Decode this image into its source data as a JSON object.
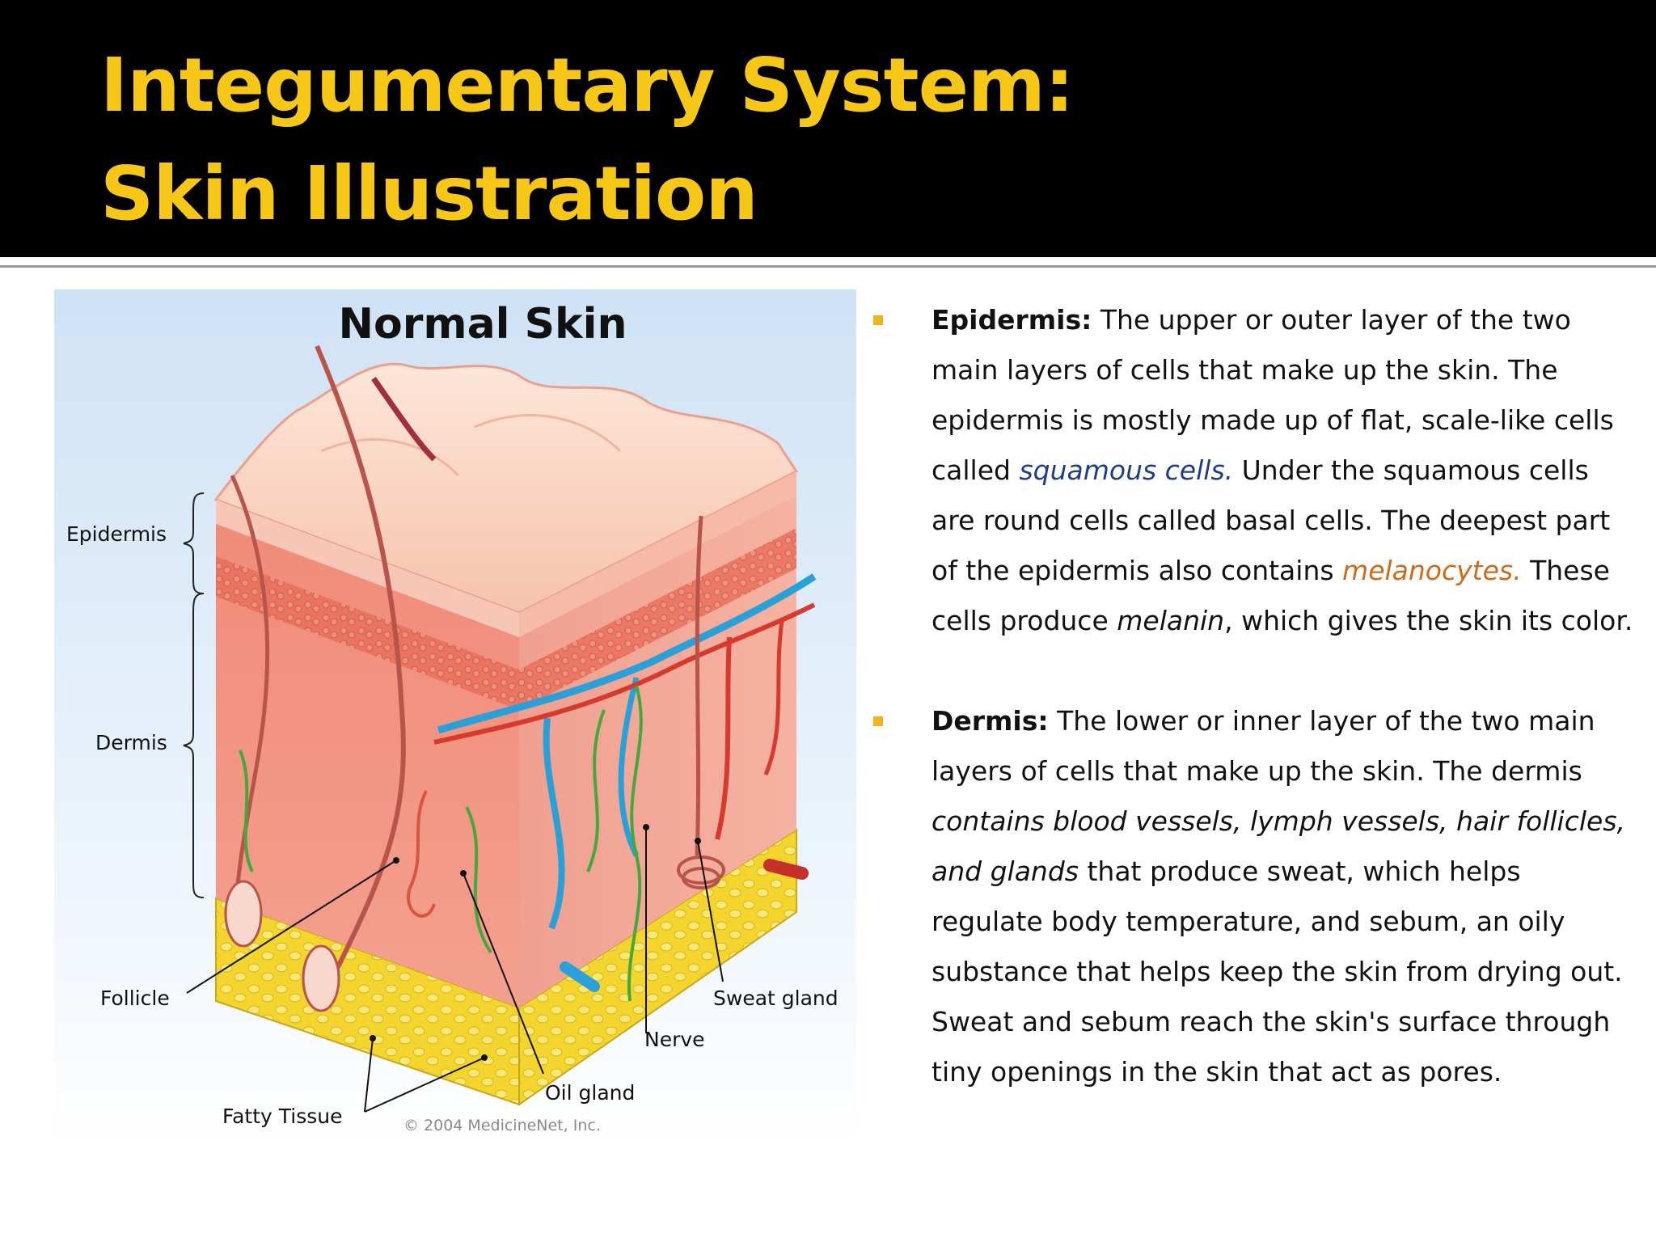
{
  "slide": {
    "title_line1": "Integumentary System:",
    "title_line2": "Skin Illustration"
  },
  "figure": {
    "title": "Normal Skin",
    "labels": {
      "epidermis": "Epidermis",
      "dermis": "Dermis",
      "follicle": "Follicle",
      "fatty_tissue": "Fatty Tissue",
      "oil_gland": "Oil gland",
      "nerve": "Nerve",
      "sweat_gland": "Sweat gland"
    },
    "copyright": "© 2004 MedicineNet, Inc."
  },
  "bullets": {
    "epidermis": {
      "term": "Epidermis:",
      "t1": " The upper or outer layer of the two main layers of cells that make up the skin.  The epidermis is mostly made up of flat, scale-like cells called ",
      "squamous": "squamous cells.",
      "t2": "  Under the squamous cells are round cells called basal cells.  The deepest part of the epidermis also contains ",
      "melanocytes": "melanocytes.",
      "t3": " These cells produce ",
      "melanin": "melanin",
      "t4": ", which gives the skin its color."
    },
    "dermis": {
      "term": "Dermis:",
      "t1": " The lower or inner layer of the two main layers of cells that make up the skin. The dermis ",
      "italic": "contains blood vessels, lymph vessels, hair follicles, and glands",
      "t2": " that produce sweat,  which helps regulate body temperature, and sebum, an oily substance that helps keep the skin from drying out.  Sweat and sebum reach the skin's surface through tiny openings in the skin that act as pores."
    }
  },
  "colors": {
    "title": "#f7c718",
    "bullet_mark": "#f0b31f",
    "squamous": "#1f3c88",
    "melanocytes": "#cf6a1a"
  }
}
